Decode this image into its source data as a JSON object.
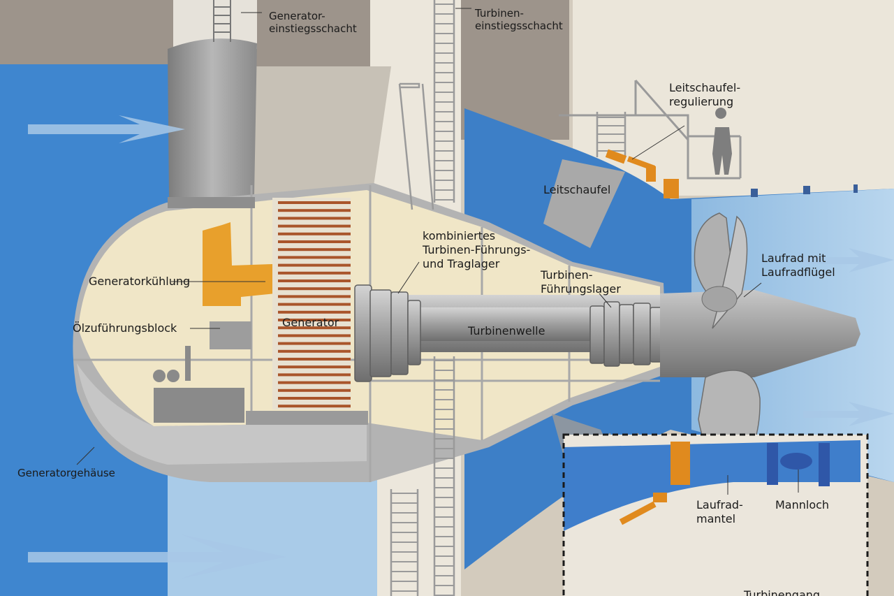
{
  "labels": {
    "generator_shaft": "Generator-\neinstiegsschacht",
    "turbine_shaft": "Turbinen-\neinstiegsschacht",
    "guide_vane_control": "Leitschaufel-\nregulierung",
    "guide_vane": "Leitschaufel",
    "combined_bearing": "kombiniertes\nTurbinen-Führungs-\nund Traglager",
    "turbine_guide_bearing": "Turbinen-\nFührungslager",
    "runner": "Laufrad mit\nLaufradflügel",
    "generator_cooling": "Generatorkühlung",
    "oil_supply_block": "Ölzuführungsblock",
    "generator": "Generator",
    "turbine_shaft_main": "Turbinenwelle",
    "generator_housing": "Generatorgehäuse",
    "runner_casing": "Laufrad-\nmantel",
    "manhole": "Mannloch",
    "turbine_passage": "Turbinengang"
  },
  "colors": {
    "water_deep": "#3f86cf",
    "water_light": "#9ec6e6",
    "concrete": "#e9e4d6",
    "concrete_dark": "#9a928a",
    "housing": "#bdbdbd",
    "interior": "#f1e8cc",
    "accent_orange": "#e8a02c",
    "stator": "#a9552b"
  }
}
